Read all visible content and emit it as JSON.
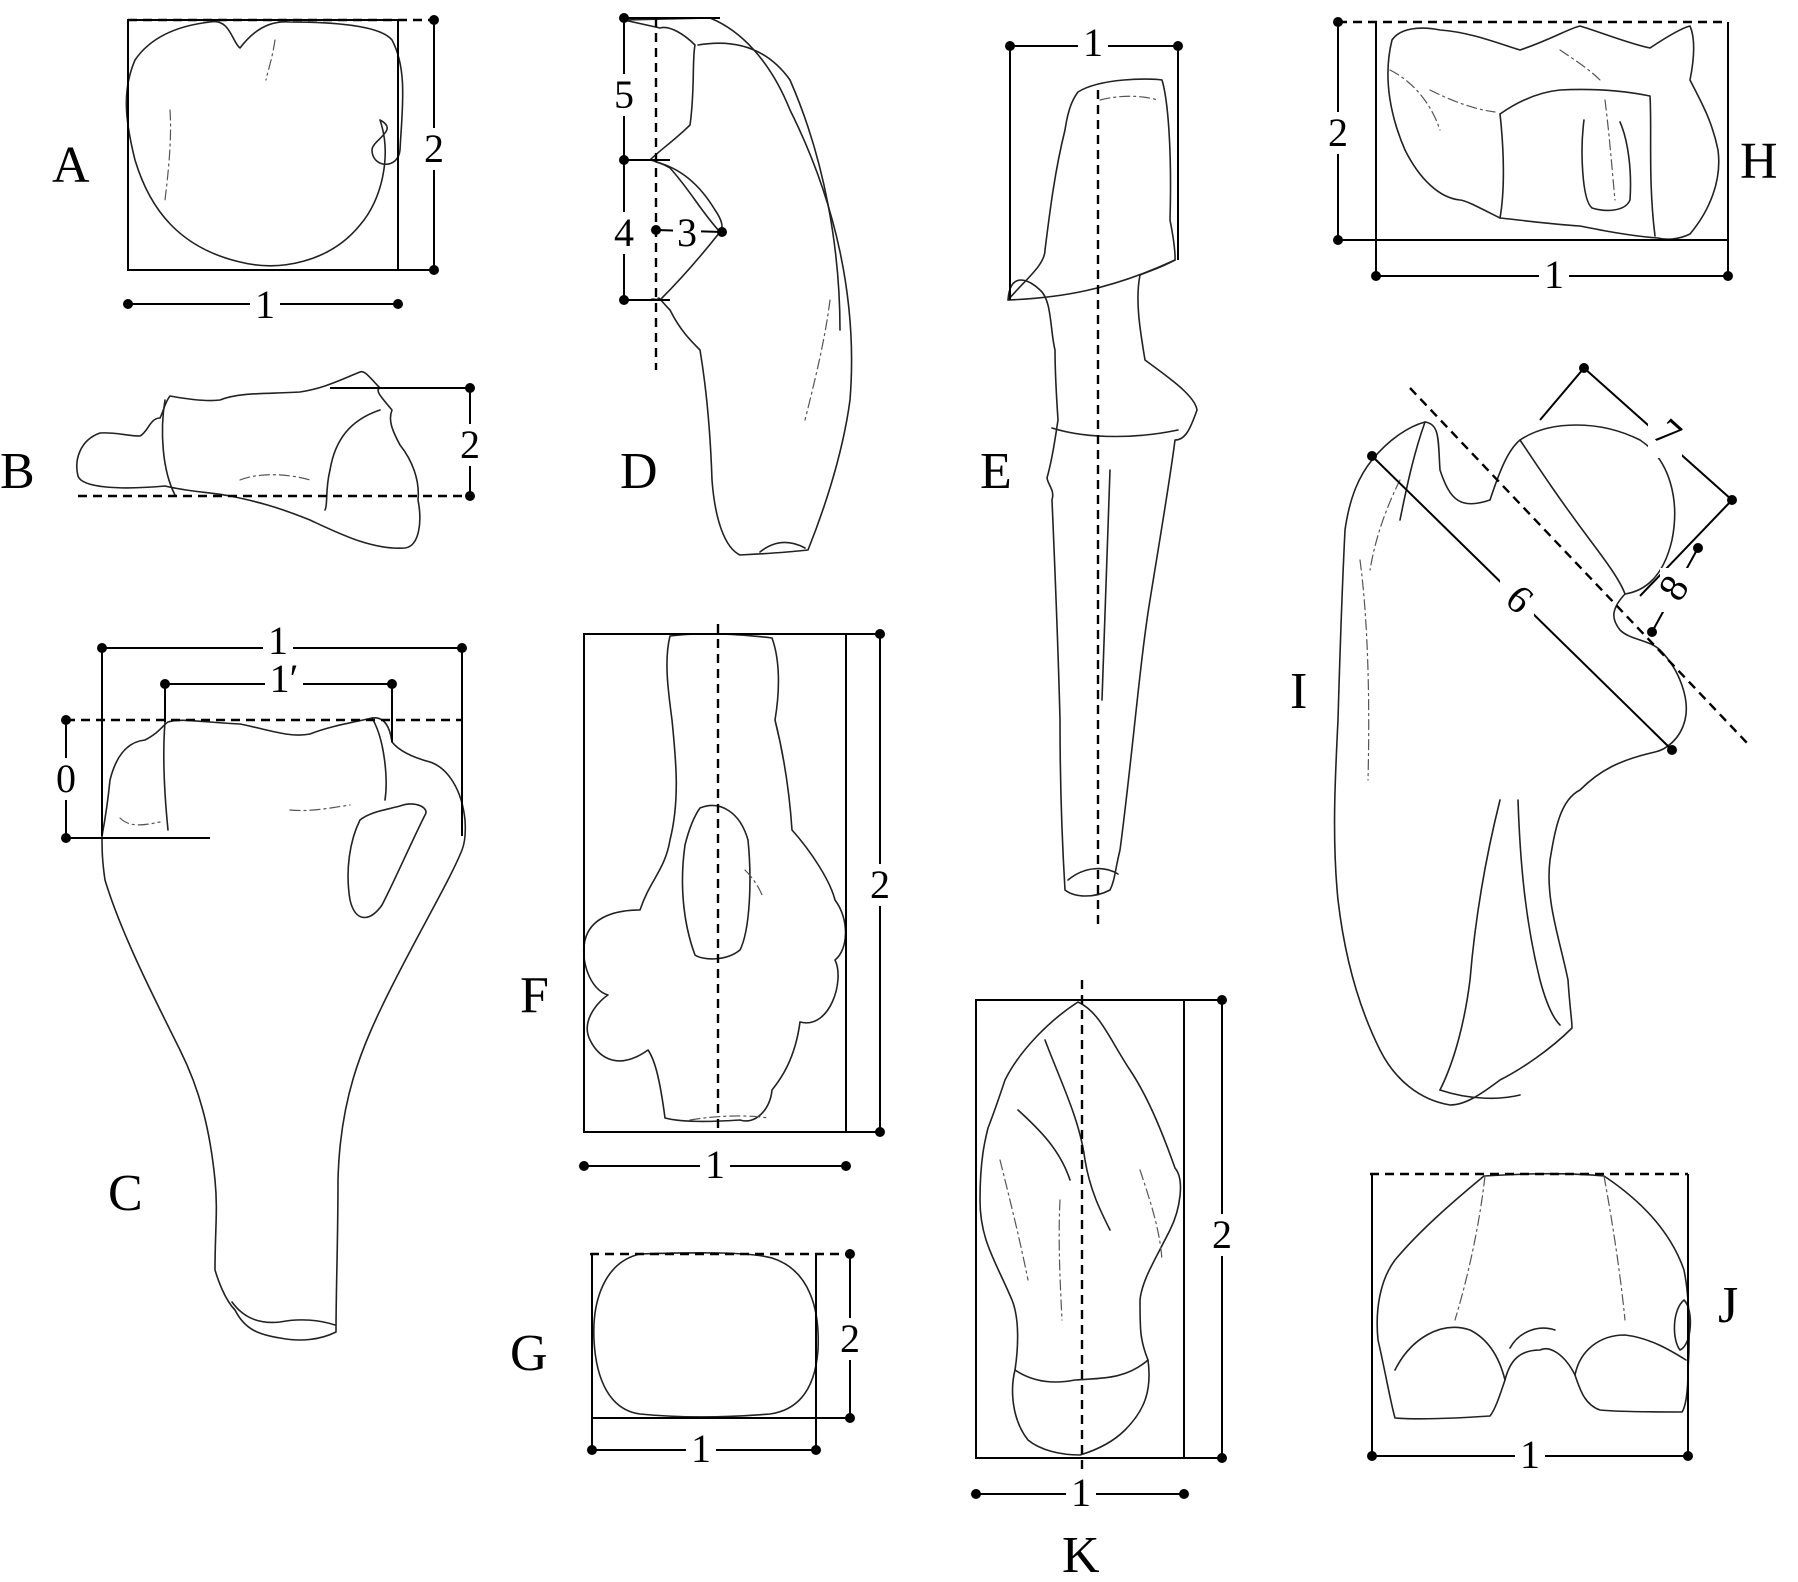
{
  "panels": [
    {
      "label": "A",
      "measures": [
        "1",
        "2"
      ]
    },
    {
      "label": "B",
      "measures": [
        "2"
      ]
    },
    {
      "label": "C",
      "measures": [
        "1",
        "1′",
        "0"
      ]
    },
    {
      "label": "D",
      "measures": [
        "5",
        "4",
        "3"
      ]
    },
    {
      "label": "E",
      "measures": [
        "1"
      ]
    },
    {
      "label": "F",
      "measures": [
        "2",
        "1"
      ]
    },
    {
      "label": "G",
      "measures": [
        "2",
        "1"
      ]
    },
    {
      "label": "H",
      "measures": [
        "2",
        "1"
      ]
    },
    {
      "label": "I",
      "measures": [
        "7",
        "6",
        "8"
      ]
    },
    {
      "label": "J",
      "measures": [
        "1"
      ]
    },
    {
      "label": "K",
      "measures": [
        "2",
        "1"
      ]
    }
  ]
}
